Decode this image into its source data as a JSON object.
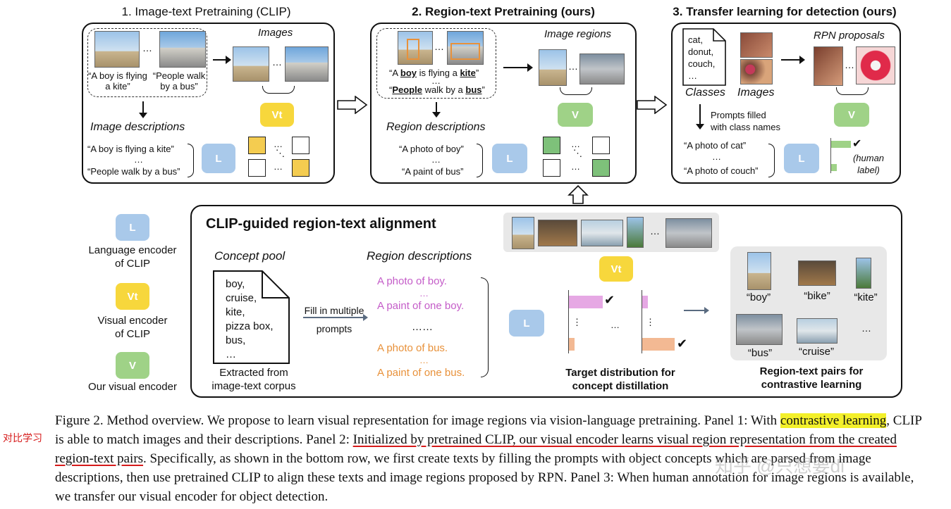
{
  "panel1": {
    "title": "1. Image-text Pretraining (CLIP)",
    "images_label": "Images",
    "caption1": "“A boy is flying a kite”",
    "caption2": "“People walk by a bus”",
    "ellipsis": "…",
    "vt_label": "Vt",
    "descriptions_label": "Image descriptions",
    "desc1": "“A boy is flying a kite”",
    "desc2": "“People walk by a bus”",
    "l_label": "L"
  },
  "panel2": {
    "title": "2. Region-text Pretraining (ours)",
    "image_regions_label": "Image regions",
    "caption1_parts": [
      "“A ",
      "boy",
      " is flying a ",
      "kite",
      "”"
    ],
    "caption2_parts": [
      "“",
      "People",
      " walk by a ",
      "bus",
      "”"
    ],
    "v_label": "V",
    "descriptions_label": "Region descriptions",
    "desc1": "“A photo of boy”",
    "desc2": "“A paint of bus”",
    "l_label": "L"
  },
  "panel3": {
    "title": "3. Transfer learning for detection (ours)",
    "classes_list": [
      "cat,",
      "donut,",
      "couch,",
      "…"
    ],
    "classes_label": "Classes",
    "images_label": "Images",
    "rpn_label": "RPN proposals",
    "prompts_note1": "Prompts filled",
    "prompts_note2": "with class names",
    "v_label": "V",
    "desc1": "“A photo of cat”",
    "desc2": "“A photo of couch”",
    "l_label": "L",
    "human_label1": "(human",
    "human_label2": "label)"
  },
  "legend": {
    "l_box": "L",
    "l_text1": "Language encoder",
    "l_text2": "of CLIP",
    "vt_box": "Vt",
    "vt_text1": "Visual encoder",
    "vt_text2": "of CLIP",
    "v_box": "V",
    "v_text": "Our visual encoder"
  },
  "bottom": {
    "title": "CLIP-guided region-text alignment",
    "concept_pool_label": "Concept pool",
    "concepts": [
      "boy,",
      "cruise,",
      "kite,",
      "pizza box,",
      "bus,",
      "…"
    ],
    "extracted1": "Extracted from",
    "extracted2": "image-text corpus",
    "fill1": "Fill in multiple",
    "fill2": "prompts",
    "region_desc_label": "Region descriptions",
    "prompt_a1": "A photo of boy.",
    "prompt_a2": "A paint of one boy.",
    "prompt_mid": "……",
    "prompt_b1": "A photo of bus.",
    "prompt_b2": "A paint of one bus.",
    "vt_label": "Vt",
    "l_label": "L",
    "target1": "Target distribution for",
    "target2": "concept distillation",
    "pairs_words": [
      "“boy”",
      "“bike”",
      "“kite”",
      "“bus”",
      "“cruise”"
    ],
    "pairs1": "Region-text pairs for",
    "pairs2": "contrastive learning",
    "colors": {
      "pink": "#c45cc8",
      "orange": "#e8913a",
      "pink_bar": "#e6a8e4",
      "orange_bar": "#f3b993"
    }
  },
  "caption": {
    "side_note": "对比学习",
    "s1": "Figure 2. Method overview. We propose to learn visual representation for image regions via vision-language pretraining. Panel 1: With ",
    "highlight": "contrastive learning",
    "s2": ", CLIP is able to match images and their descriptions. Panel 2: ",
    "underlined": "Initialized by pretrained CLIP, our visual encoder learns visual region representation from the created region-text pairs",
    "s3": ". Specifically, as shown in the bottom row, we first create texts by filling the prompts with object concepts which are parsed from image descriptions, then use pretrained CLIP to align these texts and image regions proposed by RPN. Panel 3: When human annotation for image regions is available, we transfer our visual encoder for object detection.",
    "watermark": "知乎 @只想要di"
  }
}
